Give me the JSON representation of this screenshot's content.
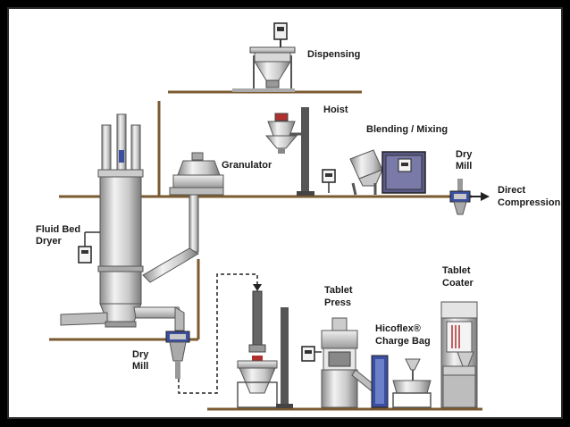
{
  "labels": {
    "dispensing": "Dispensing",
    "hoist": "Hoist",
    "blending_mixing": "Blending / Mixing",
    "granulator": "Granulator",
    "dry_mill_top_1": "Dry",
    "dry_mill_top_2": "Mill",
    "direct_compression_1": "Direct",
    "direct_compression_2": "Compression",
    "fluid_bed_dryer_1": "Fluid Bed",
    "fluid_bed_dryer_2": "Dryer",
    "tablet_coater_1": "Tablet",
    "tablet_coater_2": "Coater",
    "tablet_press_1": "Tablet",
    "tablet_press_2": "Press",
    "hicoflex_1": "Hicoflex®",
    "hicoflex_2": "Charge Bag",
    "dry_mill_bottom_1": "Dry",
    "dry_mill_bottom_2": "Mill"
  },
  "colors": {
    "frame": "#000000",
    "background": "#ffffff",
    "floor": "#7a5a30",
    "metal_light": "#e4e4e4",
    "metal_mid": "#b8b8b8",
    "metal_dark": "#6e6e6e",
    "accent_blue": "#3a4fa0",
    "accent_red": "#b03030",
    "panel_purple": "#5a5a8a"
  }
}
